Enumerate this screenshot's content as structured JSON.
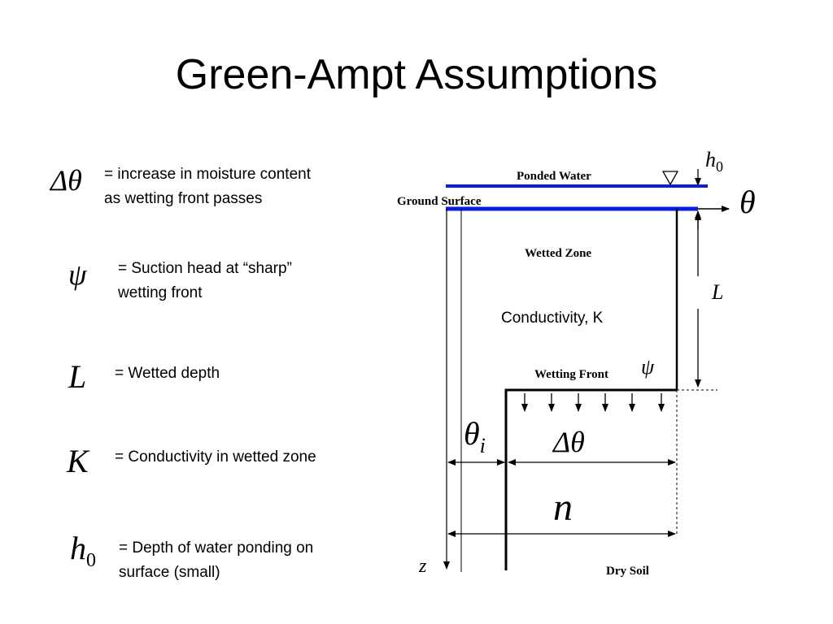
{
  "title": "Green-Ampt Assumptions",
  "definitions": [
    {
      "symbol": "Δθ",
      "line1": "= increase in moisture content",
      "line2": "as wetting front passes"
    },
    {
      "symbol": "ψ",
      "line1": "= Suction head at “sharp”",
      "line2": "wetting front"
    },
    {
      "symbol": "L",
      "line1": "= Wetted depth"
    },
    {
      "symbol": "K",
      "line1": "= Conductivity in wetted zone"
    },
    {
      "symbol": "h",
      "symbol_sub": "0",
      "line1": "= Depth of water ponding on",
      "line2": "surface (small)"
    }
  ],
  "diagram": {
    "ponded_water": "Ponded Water",
    "ground_surface": "Ground Surface",
    "wetted_zone": "Wetted Zone",
    "conductivity": "Conductivity, K",
    "wetting_front": "Wetting Front",
    "dry_soil": "Dry Soil",
    "theta": "θ",
    "psi": "ψ",
    "L": "L",
    "h": "h",
    "h_sub": "0",
    "theta_i": "θ",
    "theta_i_sub": "i",
    "delta_theta": "Δθ",
    "n": "n",
    "z": "z",
    "water_color": "#0a1ee0"
  }
}
